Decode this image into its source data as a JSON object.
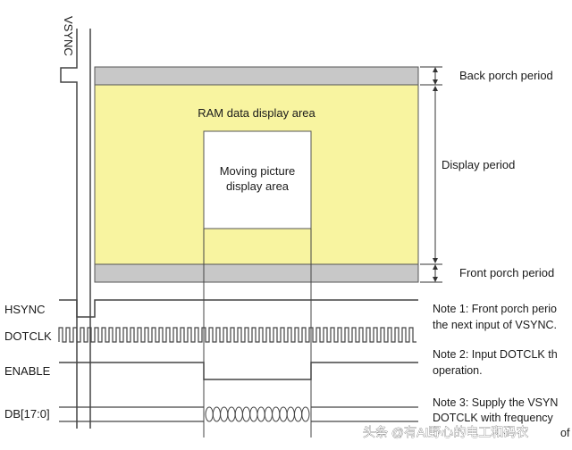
{
  "colors": {
    "display_fill": "#f8f4a0",
    "porch_fill": "#c8c8c8",
    "frame_stroke": "#555555",
    "wire": "#444444",
    "picture_fill": "#ffffff"
  },
  "labels": {
    "vsync": "VSYNC",
    "back_porch": "Back porch period",
    "display_period": "Display period",
    "front_porch": "Front porch period",
    "ram_area": "RAM data display area",
    "moving_picture_line1": "Moving picture",
    "moving_picture_line2": "display area"
  },
  "signals": {
    "hsync": "HSYNC",
    "dotclk": "DOTCLK",
    "enable": "ENABLE",
    "db": "DB[17:0]"
  },
  "notes": {
    "note1_line1": "Note 1: Front porch perio",
    "note1_line2": "the next input of VSYNC.",
    "note2_line1": "Note 2: Input DOTCLK th",
    "note2_line2": "operation.",
    "note3_line1": "Note 3: Supply the VSYN",
    "note3_line2": "DOTCLK with frequency",
    "note3_line3": "of"
  },
  "watermark": "头条 @有AI野心的电工和码农"
}
